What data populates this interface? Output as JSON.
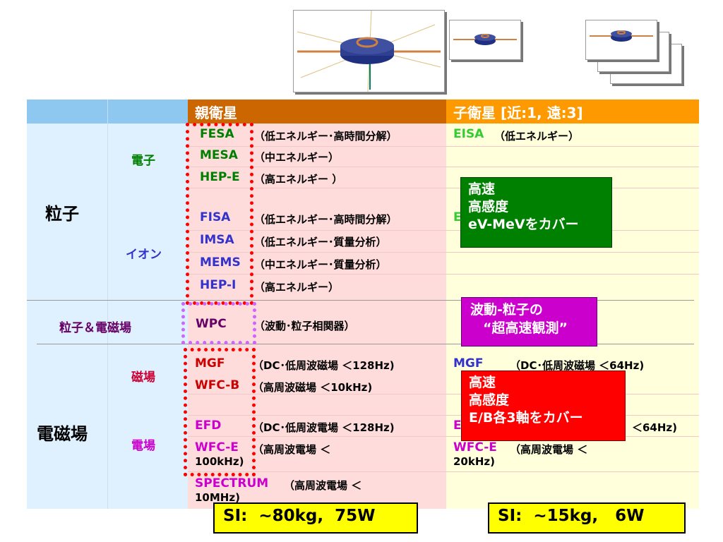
{
  "header": {
    "parent_label": "親衛星",
    "child_label": "子衛星 [近:1, 遠:3]"
  },
  "categories": {
    "particles": "粒子",
    "electrons": "電子",
    "ions": "イオン",
    "wave_particle": "粒子＆電磁場",
    "em_field": "電磁場",
    "magnetic": "磁場",
    "electric": "電場"
  },
  "parent": {
    "fesa": {
      "name": "FESA",
      "desc": "（低エネルギー･高時間分解）"
    },
    "mesa": {
      "name": "MESA",
      "desc": "（中エネルギー）"
    },
    "hepe": {
      "name": "HEP-E",
      "desc": "（高エネルギー ）"
    },
    "fisa": {
      "name": "FISA",
      "desc": "（低エネルギー･高時間分解）"
    },
    "imsa": {
      "name": "IMSA",
      "desc": "（低エネルギー･質量分析）"
    },
    "mems": {
      "name": "MEMS",
      "desc": "（中エネルギー･質量分析）"
    },
    "hepi": {
      "name": "HEP-I",
      "desc": "（高エネルギー）"
    },
    "wpc": {
      "name": "WPC",
      "desc": "（波動･粒子相関器）"
    },
    "mgf": {
      "name": "MGF",
      "desc": "（DC･低周波磁場 ＜128Hz)"
    },
    "wfcb": {
      "name": "WFC-B",
      "desc": "（高周波磁場  ＜10kHz)"
    },
    "efd": {
      "name": "EFD",
      "desc": "（DC･低周波電場 ＜128Hz)"
    },
    "wfce": {
      "name": "WFC-E",
      "desc": "（高周波電場   ＜",
      "desc2": "100kHz)"
    },
    "spectrum": {
      "name": "SPECTRUM",
      "desc": "（高周波電場 ＜",
      "desc2": "10MHz)"
    }
  },
  "child": {
    "eisa": {
      "name": "EISA",
      "desc": "（低エネルギー）"
    },
    "mgf": {
      "name": "MGF",
      "desc": "（DC･低周波磁場 ＜64Hz)"
    },
    "efd_partial": "E",
    "efd_desc": "＜64Hz)",
    "wfce": {
      "name": "WFC-E",
      "desc": "（高周波電場   ＜",
      "desc2": "20kHz)"
    }
  },
  "callouts": {
    "particle_box": [
      "高速",
      "高感度",
      "eV-MeVをカバー"
    ],
    "wave_box": [
      "波動-粒子の",
      "“超高速観測”"
    ],
    "field_box": [
      "高速",
      "高感度",
      "E/B各3軸をカバー"
    ]
  },
  "si": {
    "parent": "SI:  ~80kg,  75W",
    "child": "SI:  ~15kg,   6W"
  },
  "colors": {
    "header_blue": "#8ec8f0",
    "header_parent": "#cc6600",
    "header_child": "#ff9900",
    "left_bg": "#dff0ff",
    "parent_bg": "#ffdcdc",
    "child_bg": "#ffffdc",
    "green_box": "#008000",
    "purple_box": "#cc00cc",
    "red_box": "#ff0000"
  }
}
